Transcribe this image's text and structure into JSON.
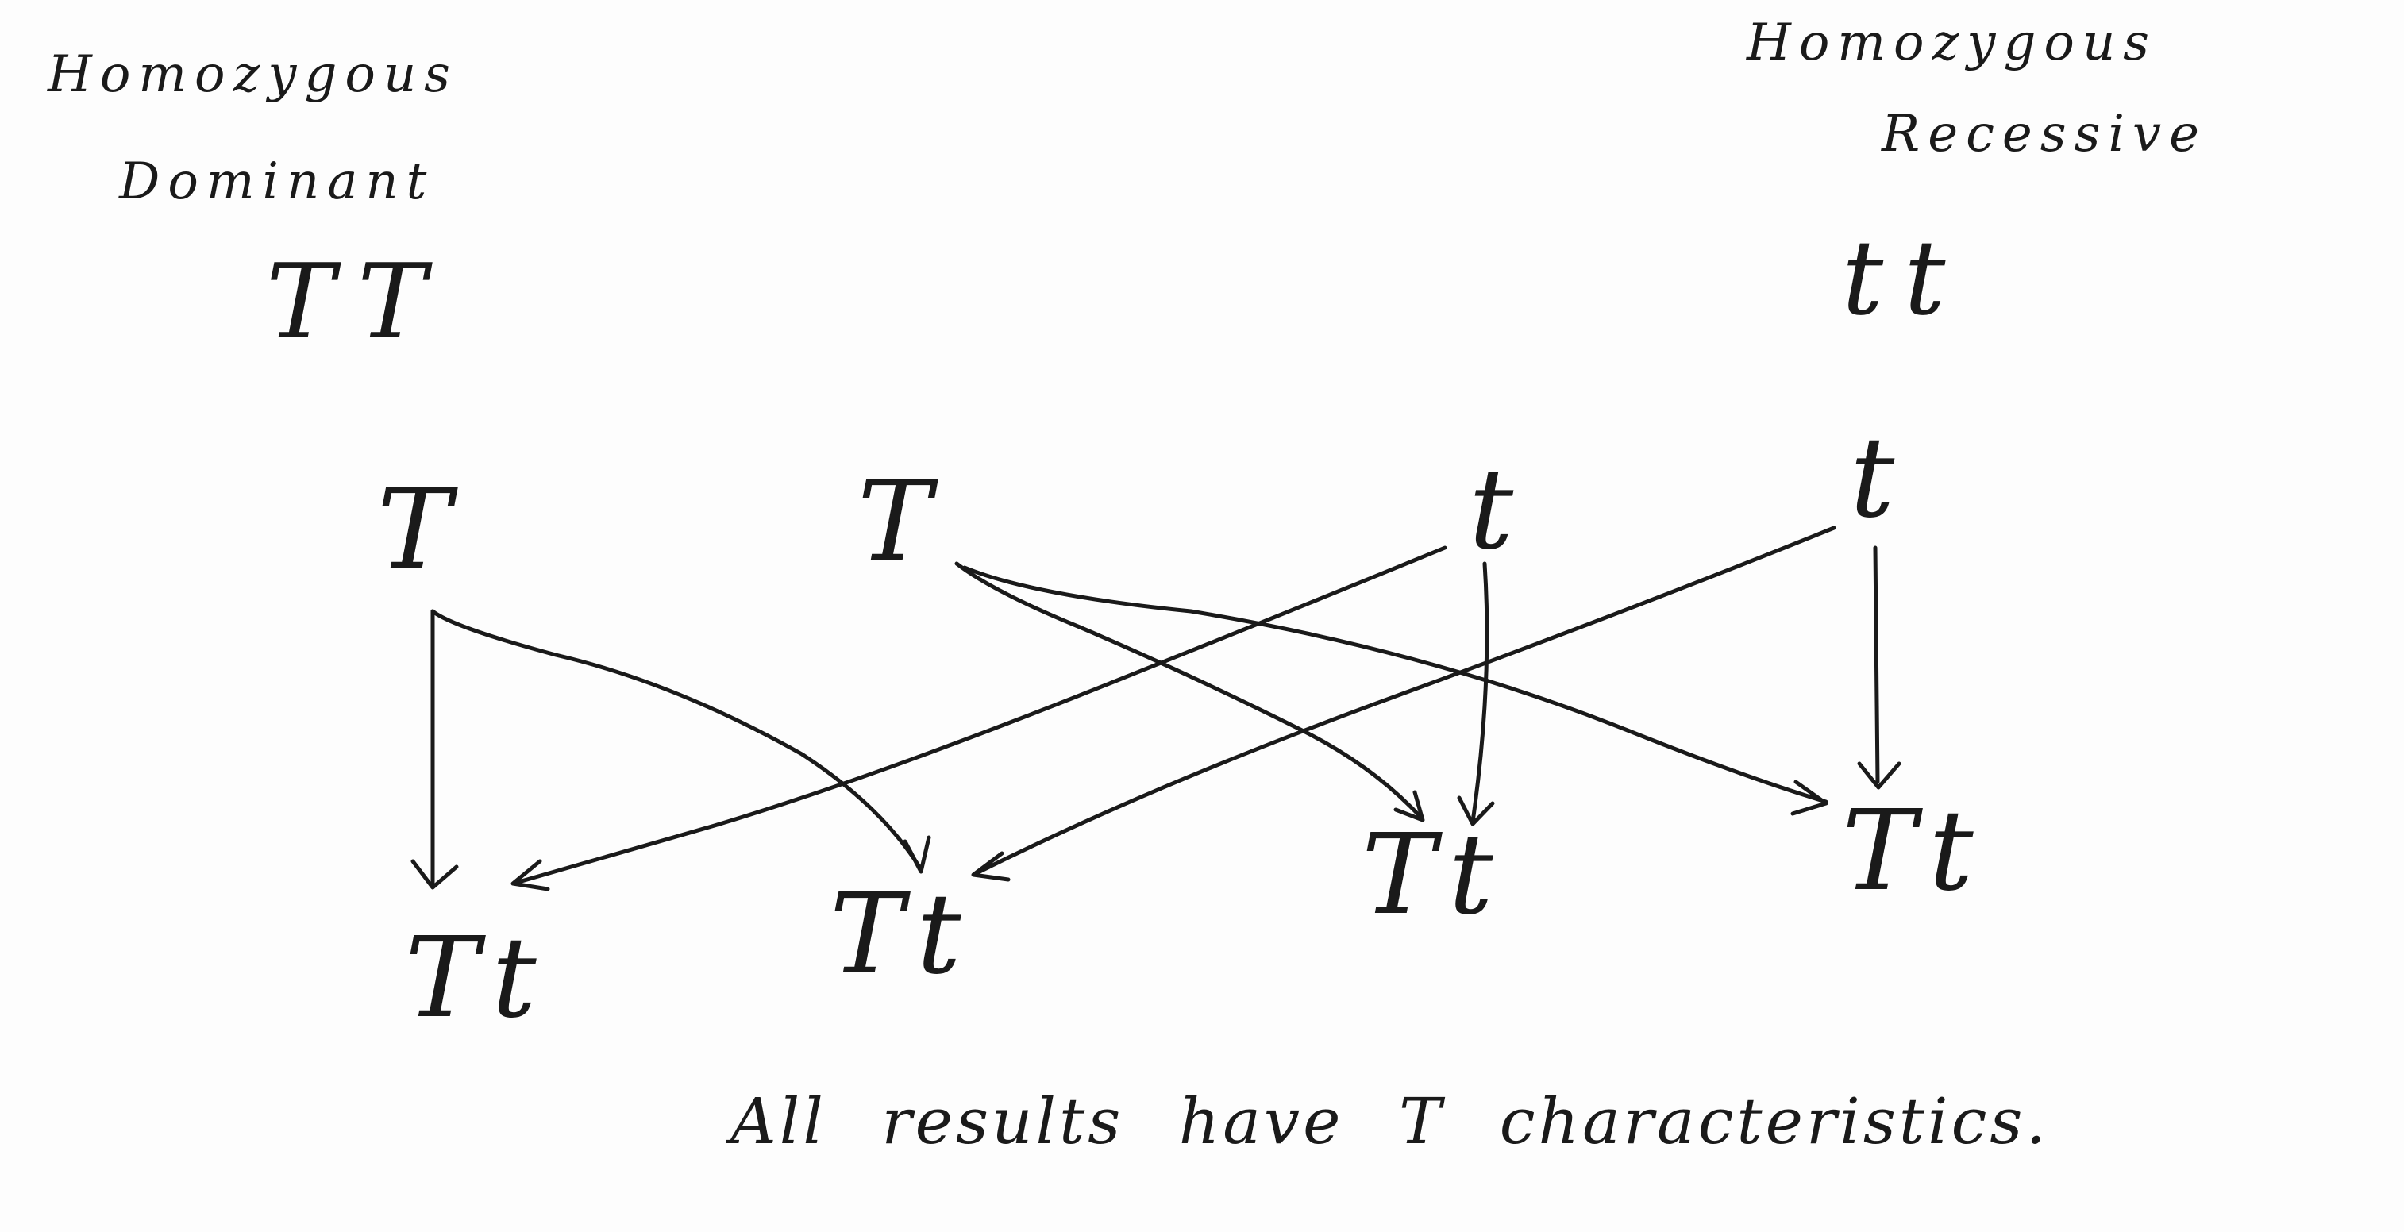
{
  "parents": {
    "dominant": {
      "label_line1": "Homozygous",
      "label_line2": "Dominant",
      "genotype": "TT"
    },
    "recessive": {
      "label_line1": "Homozygous",
      "label_line2": "Recessive",
      "genotype": "tt"
    }
  },
  "alleles": [
    "T",
    "T",
    "t",
    "t"
  ],
  "offspring": [
    "Tt",
    "Tt",
    "Tt",
    "Tt"
  ],
  "caption": "All results have T characteristics."
}
